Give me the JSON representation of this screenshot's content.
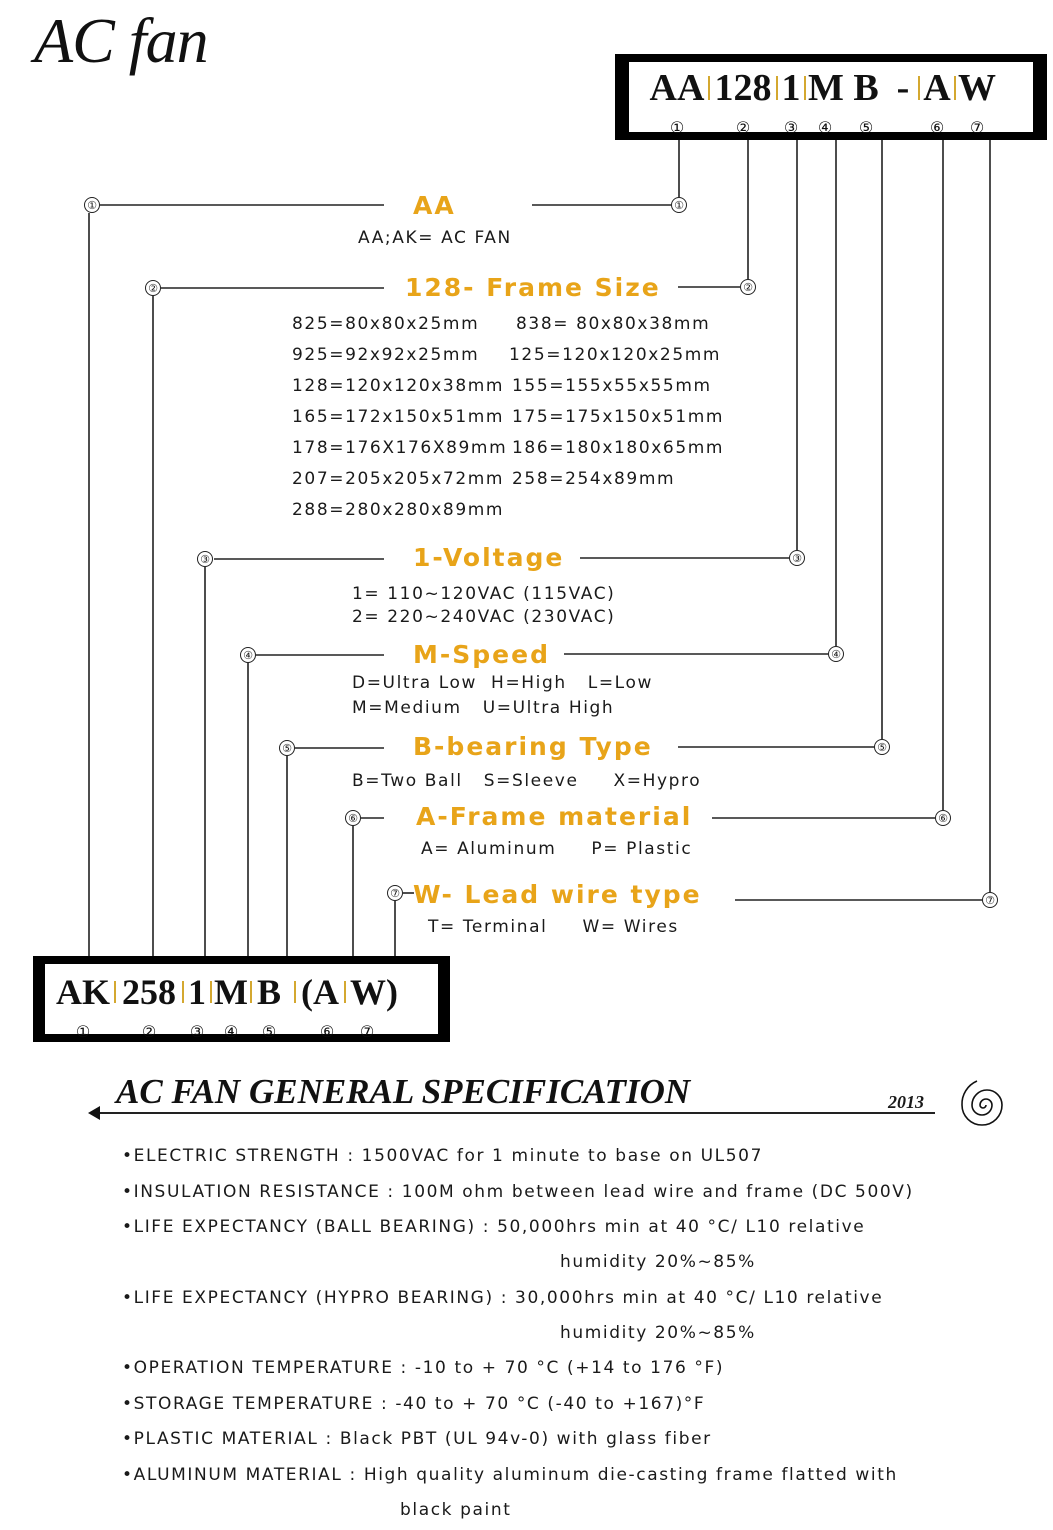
{
  "title": "AC fan",
  "top_code": {
    "segments": [
      "AA",
      "128",
      "1",
      "M",
      "B",
      "-",
      "A",
      "W"
    ],
    "numbers": [
      "①",
      "②",
      "③",
      "④",
      "⑤",
      "⑥",
      "⑦"
    ]
  },
  "bottom_code": {
    "segments": [
      "AK",
      "258",
      "1",
      "M",
      "B",
      "(A",
      "W)"
    ],
    "numbers": [
      "①",
      "②",
      "③",
      "④",
      "⑤",
      "⑥",
      "⑦"
    ]
  },
  "sections": {
    "aa": {
      "num": "①",
      "heading": "AA",
      "lines": [
        "AA;AK= AC FAN"
      ]
    },
    "frame": {
      "num": "②",
      "heading": "128- Frame Size",
      "rows": [
        [
          "825=80x80x25mm",
          "838= 80x80x38mm"
        ],
        [
          "925=92x92x25mm",
          "125=120x120x25mm"
        ],
        [
          "128=120x120x38mm",
          "155=155x55x55mm"
        ],
        [
          "165=172x150x51mm",
          "175=175x150x51mm"
        ],
        [
          "178=176X176X89mm",
          "186=180x180x65mm"
        ],
        [
          "207=205x205x72mm",
          "258=254x89mm"
        ],
        [
          "288=280x280x89mm",
          ""
        ]
      ]
    },
    "voltage": {
      "num": "③",
      "heading": "1-Voltage",
      "lines": [
        "1= 110~120VAC (115VAC)",
        "2= 220~240VAC (230VAC)"
      ]
    },
    "speed": {
      "num": "④",
      "heading": "M-Speed",
      "lines": [
        "D=Ultra Low  H=High   L=Low",
        "M=Medium   U=Ultra High"
      ]
    },
    "bearing": {
      "num": "⑤",
      "heading": "B-bearing Type",
      "lines": [
        "B=Two Ball   S=Sleeve     X=Hypro"
      ]
    },
    "material": {
      "num": "⑥",
      "heading": "A-Frame material",
      "lines": [
        "A= Aluminum     P= Plastic"
      ]
    },
    "lead": {
      "num": "⑦",
      "heading": "W- Lead wire type",
      "lines": [
        "T= Terminal     W= Wires"
      ]
    }
  },
  "spec": {
    "title": "AC FAN GENERAL SPECIFICATION",
    "year": "2013",
    "items": [
      {
        "label": "•ELECTRIC STRENGTH :",
        "text": "1500VAC for 1 minute to base on UL507",
        "cont": ""
      },
      {
        "label": "•INSULATION RESISTANCE :",
        "text": "100M ohm between lead wire and frame (DC 500V)",
        "cont": ""
      },
      {
        "label": "•LIFE EXPECTANCY (BALL BEARING) :",
        "text": "50,000hrs min at 40 °C/ L10 relative",
        "cont": "humidity 20%~85%"
      },
      {
        "label": "•LIFE EXPECTANCY (HYPRO BEARING) :",
        "text": "30,000hrs min at 40 °C/ L10 relative",
        "cont": "humidity 20%~85%"
      },
      {
        "label": "•OPERATION TEMPERATURE :",
        "text": "-10 to + 70 °C (+14 to 176 °F)",
        "cont": ""
      },
      {
        "label": "•STORAGE TEMPERATURE :",
        "text": "-40 to + 70 °C (-40 to +167)°F",
        "cont": ""
      },
      {
        "label": "•PLASTIC MATERIAL :",
        "text": "Black PBT (UL 94v-0) with glass fiber",
        "cont": ""
      },
      {
        "label": "•ALUMINUM MATERIAL :",
        "text": "High quality aluminum die-casting frame flatted with",
        "cont": "black paint"
      }
    ]
  },
  "colors": {
    "heading": "#e8a419",
    "separator": "#d4a830",
    "ink": "#1a1a1a"
  }
}
